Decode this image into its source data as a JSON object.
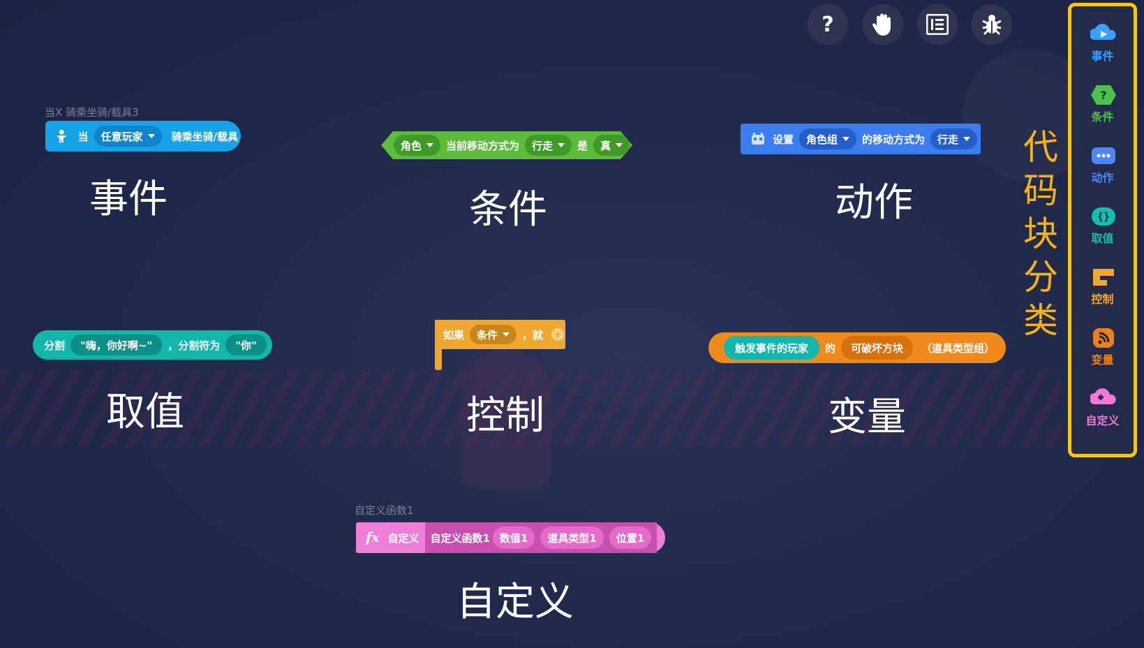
{
  "toolbar": {
    "help_icon": "question-icon",
    "hand_icon": "hand-icon",
    "list_icon": "list-icon",
    "bug_icon": "bug-icon"
  },
  "sidebar": {
    "items": [
      {
        "label": "事件",
        "icon": "event-icon",
        "color": "#3aa0ff"
      },
      {
        "label": "条件",
        "icon": "condition-icon",
        "color": "#4cc24a"
      },
      {
        "label": "动作",
        "icon": "action-icon",
        "color": "#4d86ff"
      },
      {
        "label": "取值",
        "icon": "value-icon",
        "color": "#10c0b0"
      },
      {
        "label": "控制",
        "icon": "control-icon",
        "color": "#f0a830"
      },
      {
        "label": "变量",
        "icon": "variable-icon",
        "color": "#f07f1a"
      },
      {
        "label": "自定义",
        "icon": "custom-icon",
        "color": "#f07ad8"
      }
    ]
  },
  "vertical_title": [
    "代",
    "码",
    "块",
    "分",
    "类"
  ],
  "event_block": {
    "caption_small": "当X 骑乘坐骑/载具3",
    "prefix": "当",
    "dropdown": "任意玩家",
    "suffix": "骑乘坐骑/载具",
    "label": "事件"
  },
  "condition_block": {
    "dropdown1": "角色",
    "text1": "当前移动方式为",
    "dropdown2": "行走",
    "text2": "是",
    "dropdown3": "真",
    "label": "条件"
  },
  "action_block": {
    "text1": "设置",
    "dropdown1": "角色组",
    "text2": "的移动方式为",
    "dropdown2": "行走",
    "label": "动作"
  },
  "value_block": {
    "text1": "分割",
    "slot1": "\"嗨，你好啊~\"",
    "text2": "，分割符为",
    "slot2": "\"你\"",
    "label": "取值"
  },
  "control_block": {
    "text1": "如果",
    "dropdown1": "条件",
    "text2": "，就",
    "plus": "+",
    "label": "控制"
  },
  "variable_block": {
    "slot1": "触发事件的玩家",
    "text1": "的",
    "slot2": "可破坏方块",
    "slot3": "（道具类型组）",
    "label": "变量"
  },
  "custom_block": {
    "caption_small": "自定义函数1",
    "fx": "fx",
    "text1": "自定义",
    "name": "自定义函数1",
    "param1": "数值1",
    "param2": "道具类型1",
    "param3": "位置1",
    "label": "自定义"
  }
}
